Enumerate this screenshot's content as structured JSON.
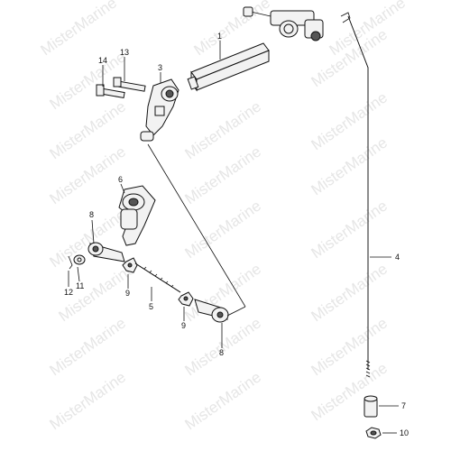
{
  "watermark": "MisterMarine",
  "callouts": {
    "p1": "1",
    "p3": "3",
    "p4": "4",
    "p5": "5",
    "p6": "6",
    "p7": "7",
    "p8a": "8",
    "p8b": "8",
    "p9a": "9",
    "p9b": "9",
    "p10": "10",
    "p11": "11",
    "p12": "12",
    "p13": "13",
    "p14": "14"
  }
}
